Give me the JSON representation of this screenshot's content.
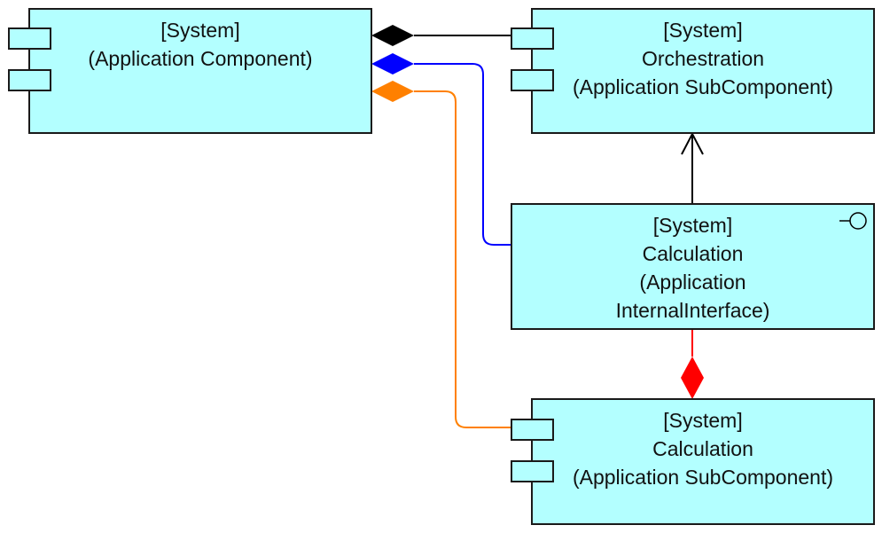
{
  "diagram": {
    "nodes": [
      {
        "id": "app-component",
        "lines": [
          "[System]",
          "(Application Component)"
        ],
        "type": "application-component",
        "fill": "#b3ffff"
      },
      {
        "id": "orchestration",
        "lines": [
          "[System]",
          "Orchestration",
          "(Application SubComponent)"
        ],
        "type": "application-component",
        "fill": "#b3ffff"
      },
      {
        "id": "calc-interface",
        "lines": [
          "[System]",
          "Calculation",
          "(Application",
          "InternalInterface)"
        ],
        "type": "application-interface",
        "fill": "#b3ffff"
      },
      {
        "id": "calc-subcomponent",
        "lines": [
          "[System]",
          "Calculation",
          "(Application SubComponent)"
        ],
        "type": "application-component",
        "fill": "#b3ffff"
      }
    ],
    "edges": [
      {
        "from": "app-component",
        "to": "orchestration",
        "type": "composition",
        "color": "#000000"
      },
      {
        "from": "app-component",
        "to": "calc-interface",
        "type": "composition",
        "color": "#0000ff"
      },
      {
        "from": "app-component",
        "to": "calc-subcomponent",
        "type": "composition",
        "color": "#ff8000"
      },
      {
        "from": "calc-interface",
        "to": "orchestration",
        "type": "association-arrow",
        "color": "#000000"
      },
      {
        "from": "calc-subcomponent",
        "to": "calc-interface",
        "type": "composition",
        "color": "#ff0000"
      }
    ]
  }
}
